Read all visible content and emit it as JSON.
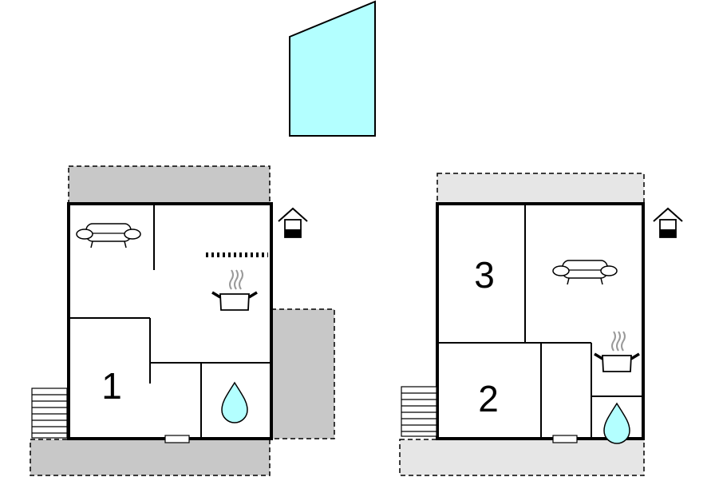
{
  "colors": {
    "wall": "#000000",
    "terrace_dark": "#c8c8c8",
    "terrace_light": "#e6e6e6",
    "compass": "#b3ffff",
    "water": "#b3ffff",
    "background": "#ffffff"
  },
  "compass": {
    "icon": "north-direction-marker"
  },
  "floors": [
    {
      "room_labels": [
        "1"
      ],
      "icons": [
        "sofa-icon",
        "stove-icon",
        "water-drop-icon",
        "house-entrance-icon",
        "stairs-icon"
      ]
    },
    {
      "room_labels": [
        "3",
        "2"
      ],
      "icons": [
        "sofa-icon",
        "stove-icon",
        "water-drop-icon",
        "house-entrance-icon",
        "stairs-icon"
      ]
    }
  ]
}
